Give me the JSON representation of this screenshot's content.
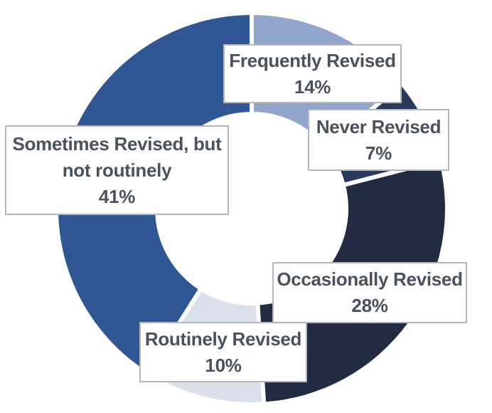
{
  "chart_data": {
    "type": "pie",
    "subtype": "donut",
    "title": "",
    "categories": [
      "Frequently Revised",
      "Never Revised",
      "Occasionally Revised",
      "Routinely Revised",
      "Sometimes Revised, but not routinely"
    ],
    "values": [
      14,
      7,
      28,
      10,
      41
    ],
    "unit": "%",
    "colors": [
      "#92a5cd",
      "#2b3a5c",
      "#212c42",
      "#dbe1ec",
      "#2f5795"
    ],
    "start_angle_deg": 0,
    "direction": "clockwise",
    "hole_ratio": 0.5,
    "legend_position": "none",
    "separator_color": "#ffffff",
    "background_color": "#ffffff"
  },
  "labels": {
    "frequently": {
      "line1": "Frequently Revised",
      "value": "14%"
    },
    "never": {
      "line1": "Never Revised",
      "value": "7%"
    },
    "sometimes": {
      "line1": "Sometimes Revised, but",
      "line2": "not routinely",
      "value": "41%"
    },
    "occasionally": {
      "line1": "Occasionally Revised",
      "value": "28%"
    },
    "routinely": {
      "line1": "Routinely Revised",
      "value": "10%"
    }
  },
  "style": {
    "label_text_color": "#49525f",
    "label_border_color": "#b2b6bd",
    "label_fill_color": "#ffffff"
  }
}
